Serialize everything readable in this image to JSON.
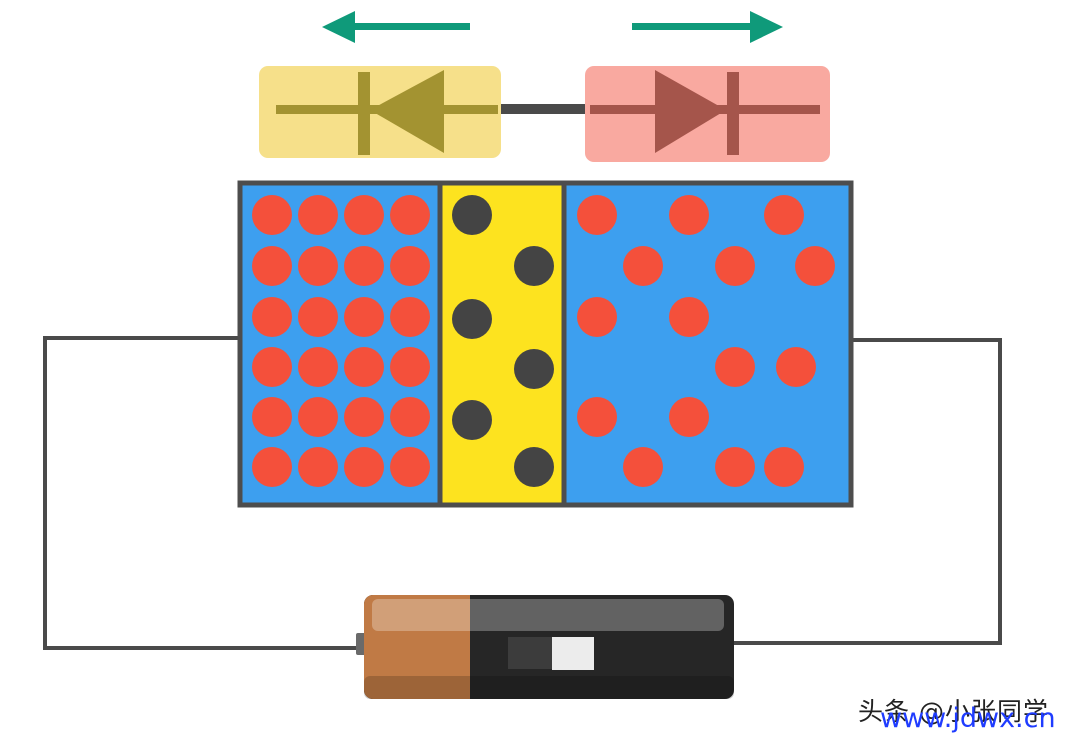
{
  "watermark": {
    "author": "头条 @小张同学",
    "site": "www.jdwx.cn"
  },
  "colors": {
    "wire": "#4a4a4a",
    "arrow": "#0f9a7a",
    "diode_left_bg": "#f6e08a",
    "diode_left_symbol": "#a39331",
    "diode_right_bg": "#f9a9a0",
    "diode_right_symbol": "#a5554b",
    "semiconductor": "#3d9fef",
    "depletion_zone": "#fde31f",
    "hole": "#f4503b",
    "ion": "#444444",
    "frame": "#4d4d4d",
    "battery_positive": "#c07a45",
    "battery_body": "#262626"
  },
  "diagram": {
    "arrows": [
      {
        "name": "left-arrow",
        "direction": "left"
      },
      {
        "name": "right-arrow",
        "direction": "right"
      }
    ],
    "diode_symbols": [
      {
        "name": "diode-symbol-left",
        "orientation": "pointing-left"
      },
      {
        "name": "diode-symbol-right",
        "orientation": "pointing-right"
      }
    ],
    "regions": [
      "p-region",
      "depletion-region",
      "n-region"
    ],
    "battery": {
      "name": "battery"
    }
  }
}
